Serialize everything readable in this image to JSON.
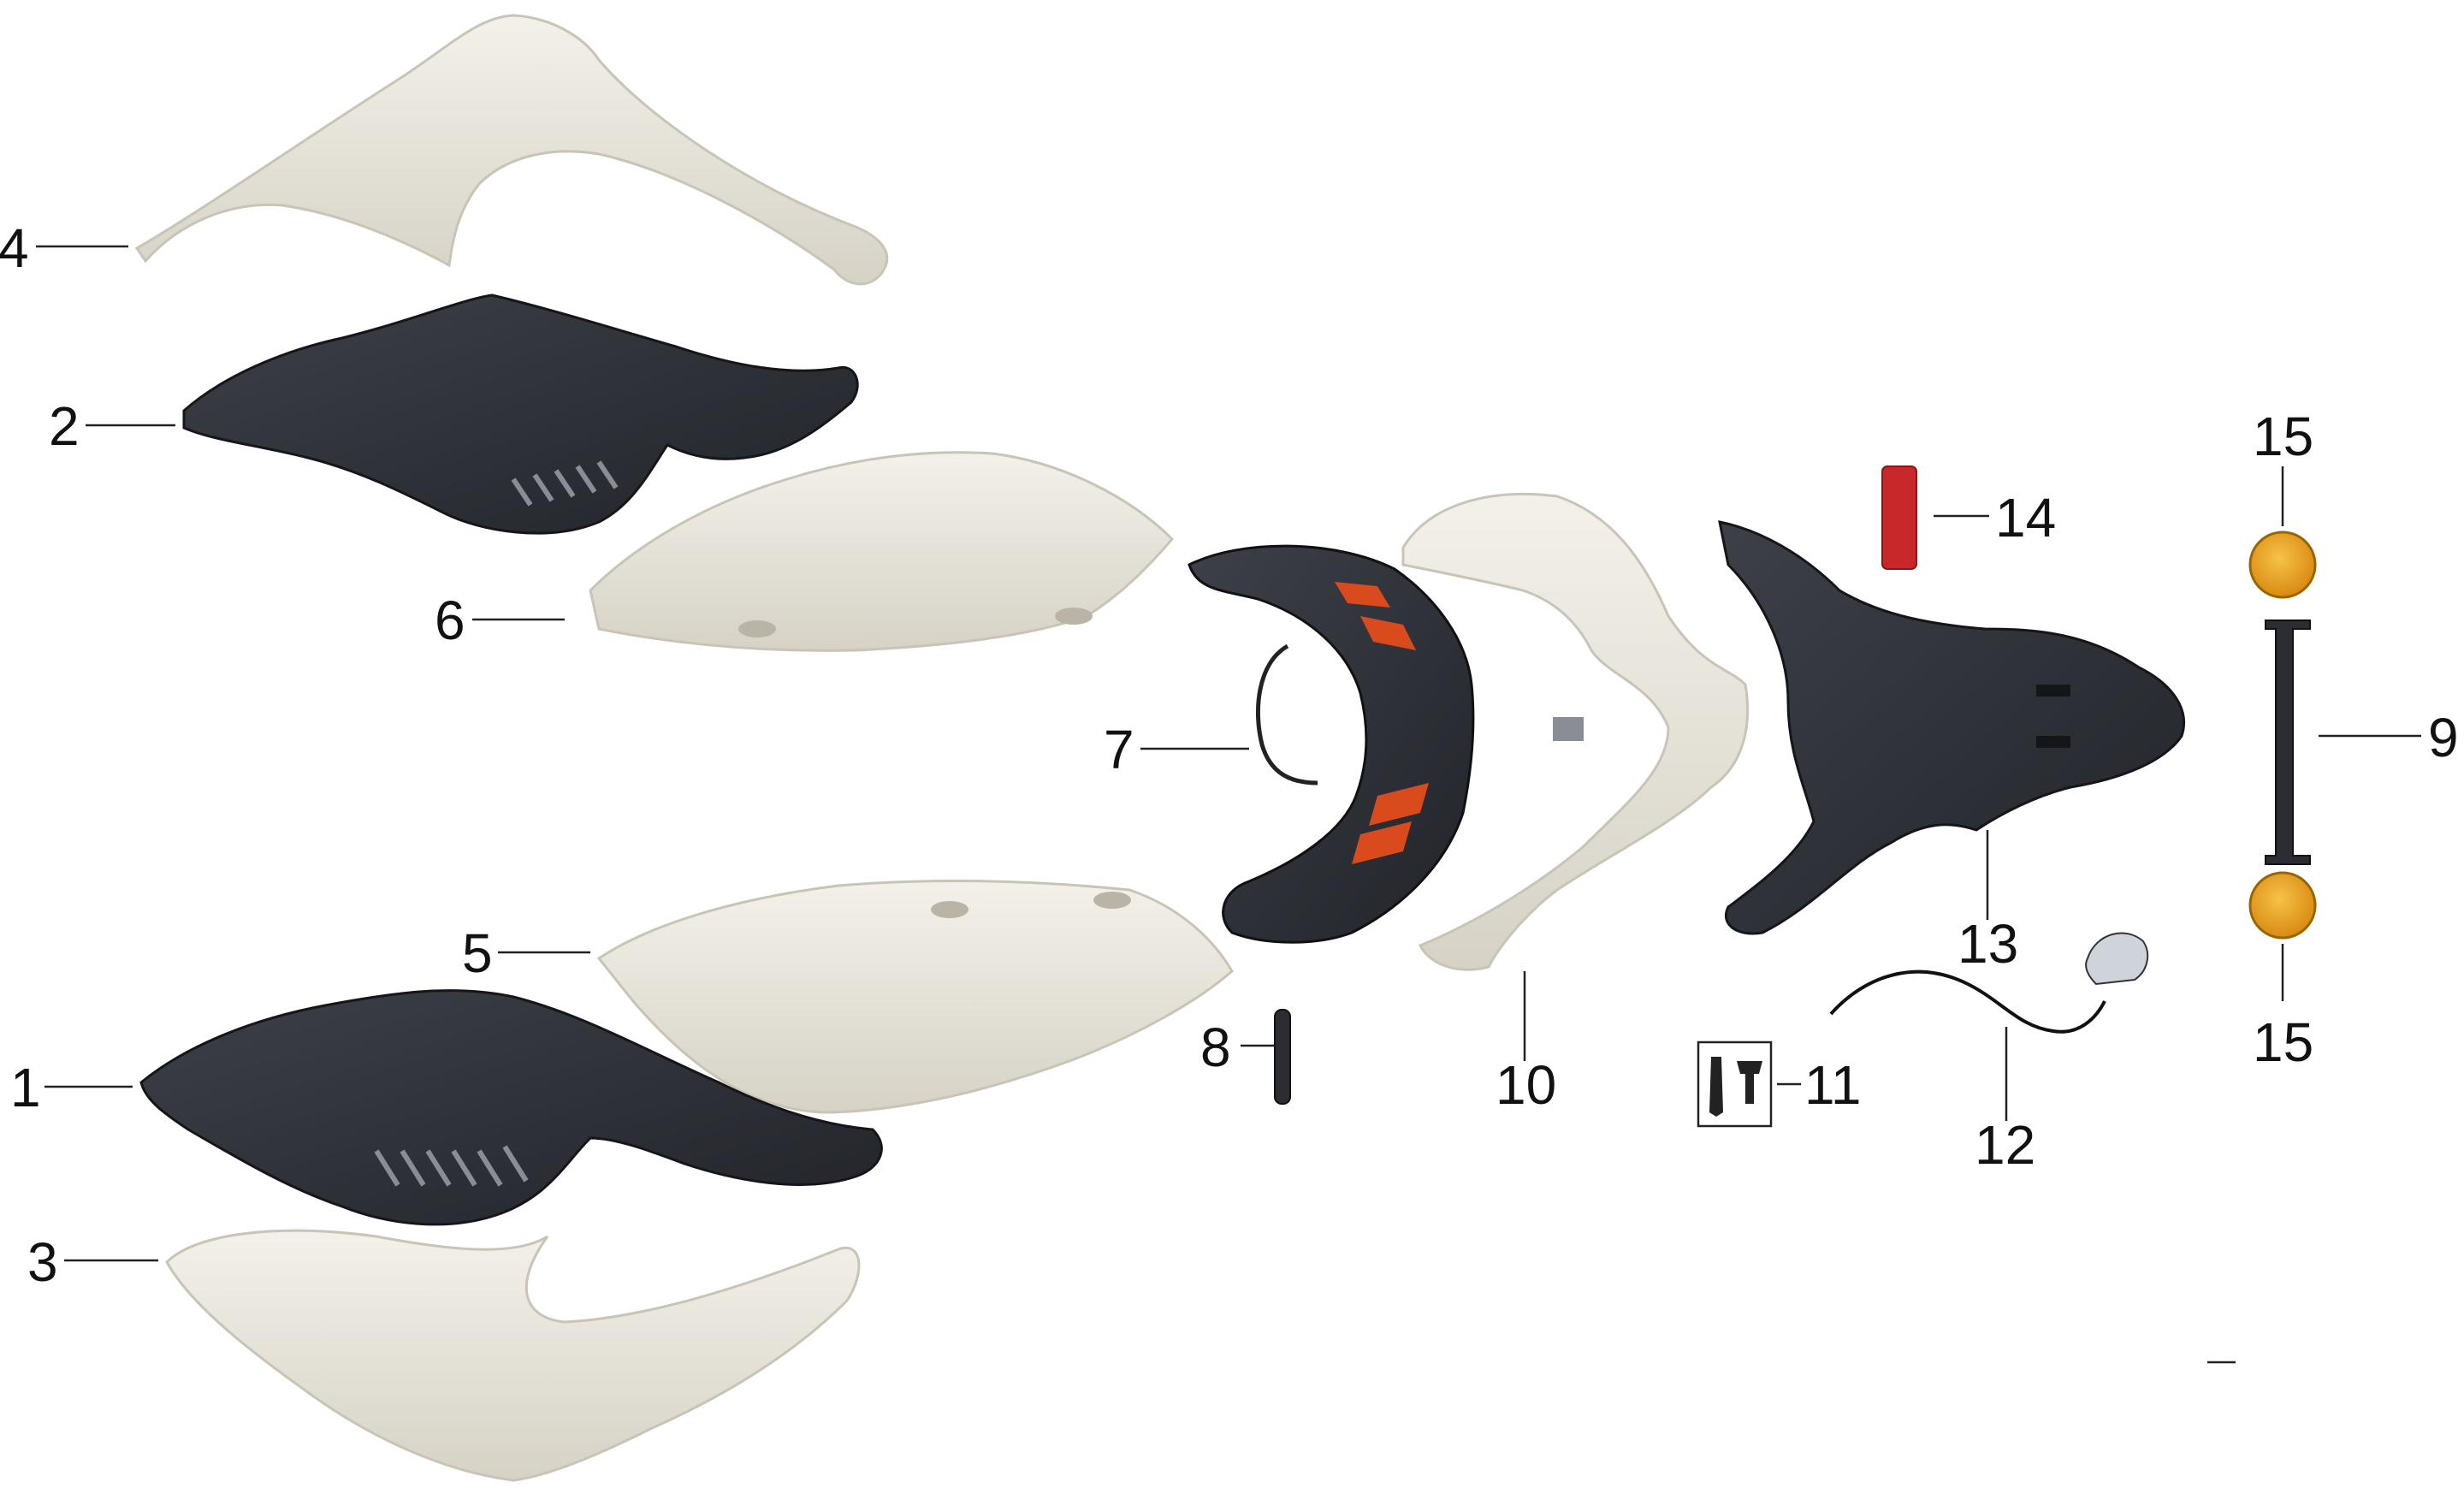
{
  "callouts": {
    "c1": "1",
    "c2": "2",
    "c3": "3",
    "c4": "4",
    "c5": "5",
    "c6": "6",
    "c7": "7",
    "c8": "8",
    "c9": "9",
    "c10": "10",
    "c11": "11",
    "c12": "12",
    "c13": "13",
    "c14": "14",
    "c15_top": "15",
    "c15_bottom": "15"
  },
  "colors": {
    "white_panel": "#e9e6dc",
    "white_panel_shade": "#d3cfc2",
    "black_plastic": "#2b2d33",
    "black_plastic_light": "#3e4149",
    "taillight_red": "#d94a1c",
    "amber_reflector": "#e8a21a",
    "red_reflector": "#c8282a"
  }
}
